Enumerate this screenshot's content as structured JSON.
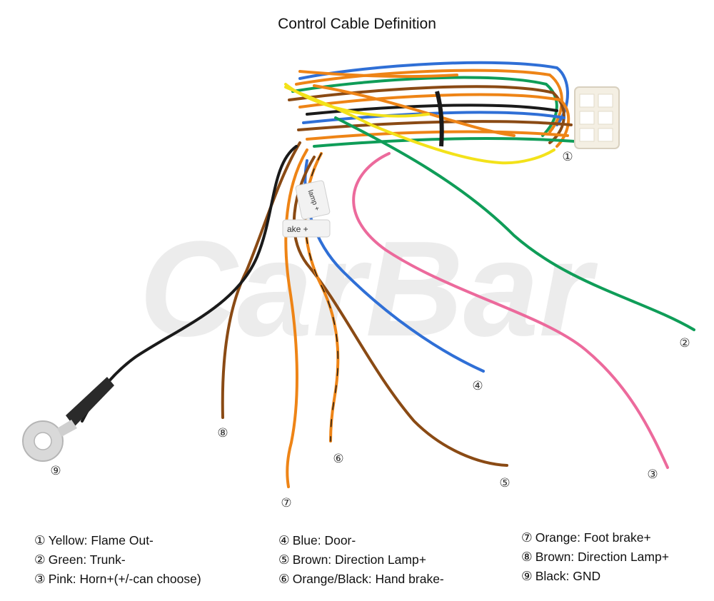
{
  "title": "Control Cable Definition",
  "watermark": "CarBar",
  "tag_labels": {
    "lamp": "lamp +",
    "brake": "ake +"
  },
  "markers": [
    "①",
    "②",
    "③",
    "④",
    "⑤",
    "⑥",
    "⑦",
    "⑧",
    "⑨"
  ],
  "legend": [
    {
      "num": "①",
      "text": "Yellow: Flame Out-"
    },
    {
      "num": "②",
      "text": "Green: Trunk-"
    },
    {
      "num": "③",
      "text": "Pink: Horn+(+/-can choose)"
    },
    {
      "num": "④",
      "text": "Blue: Door-"
    },
    {
      "num": "⑤",
      "text": "Brown: Direction Lamp+"
    },
    {
      "num": "⑥",
      "text": "Orange/Black: Hand brake-"
    },
    {
      "num": "⑦",
      "text": "Orange: Foot brake+"
    },
    {
      "num": "⑧",
      "text": "Brown: Direction Lamp+"
    },
    {
      "num": "⑨",
      "text": "Black: GND"
    }
  ],
  "colors": {
    "yellow": "#f3e21a",
    "green": "#0f9d58",
    "pink": "#ec6a9c",
    "blue": "#2f6fd6",
    "brown": "#8a4a14",
    "orange": "#ee8416",
    "black": "#1a1a1a",
    "connector": "#f4efe3"
  }
}
